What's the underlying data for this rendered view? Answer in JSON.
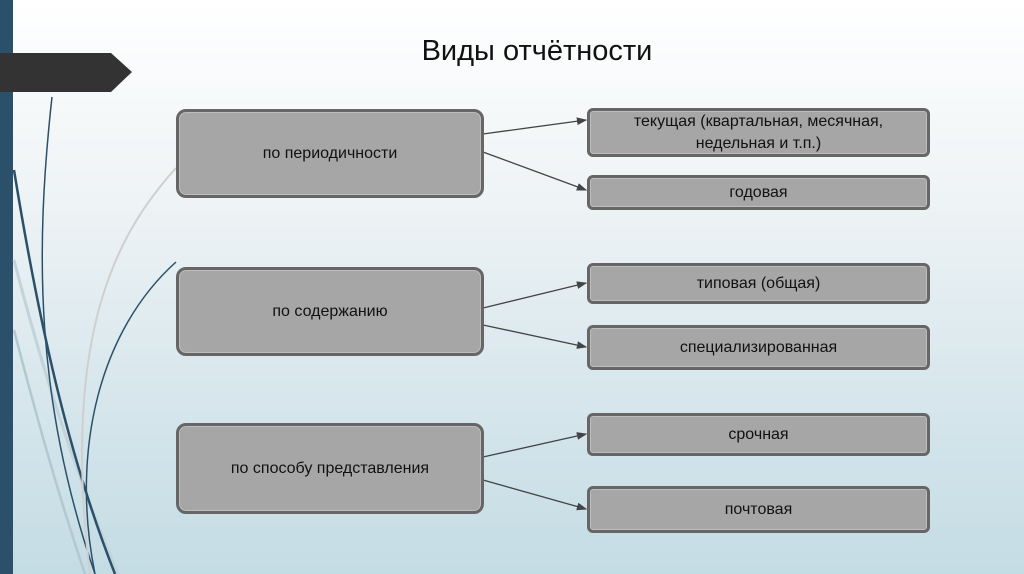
{
  "title": "Виды отчётности",
  "categories": [
    {
      "label": "по периодичности",
      "items": [
        "текущая (квартальная, месячная, недельная и т.п.)",
        "годовая"
      ]
    },
    {
      "label": "по содержанию",
      "items": [
        "типовая (общая)",
        "специализированная"
      ]
    },
    {
      "label": "по способу представления",
      "items": [
        "срочная",
        "почтовая"
      ]
    }
  ],
  "colors": {
    "accent_bar": "#2b5069",
    "banner": "#333333",
    "box_fill": "#a6a6a6",
    "box_border": "#666666"
  }
}
